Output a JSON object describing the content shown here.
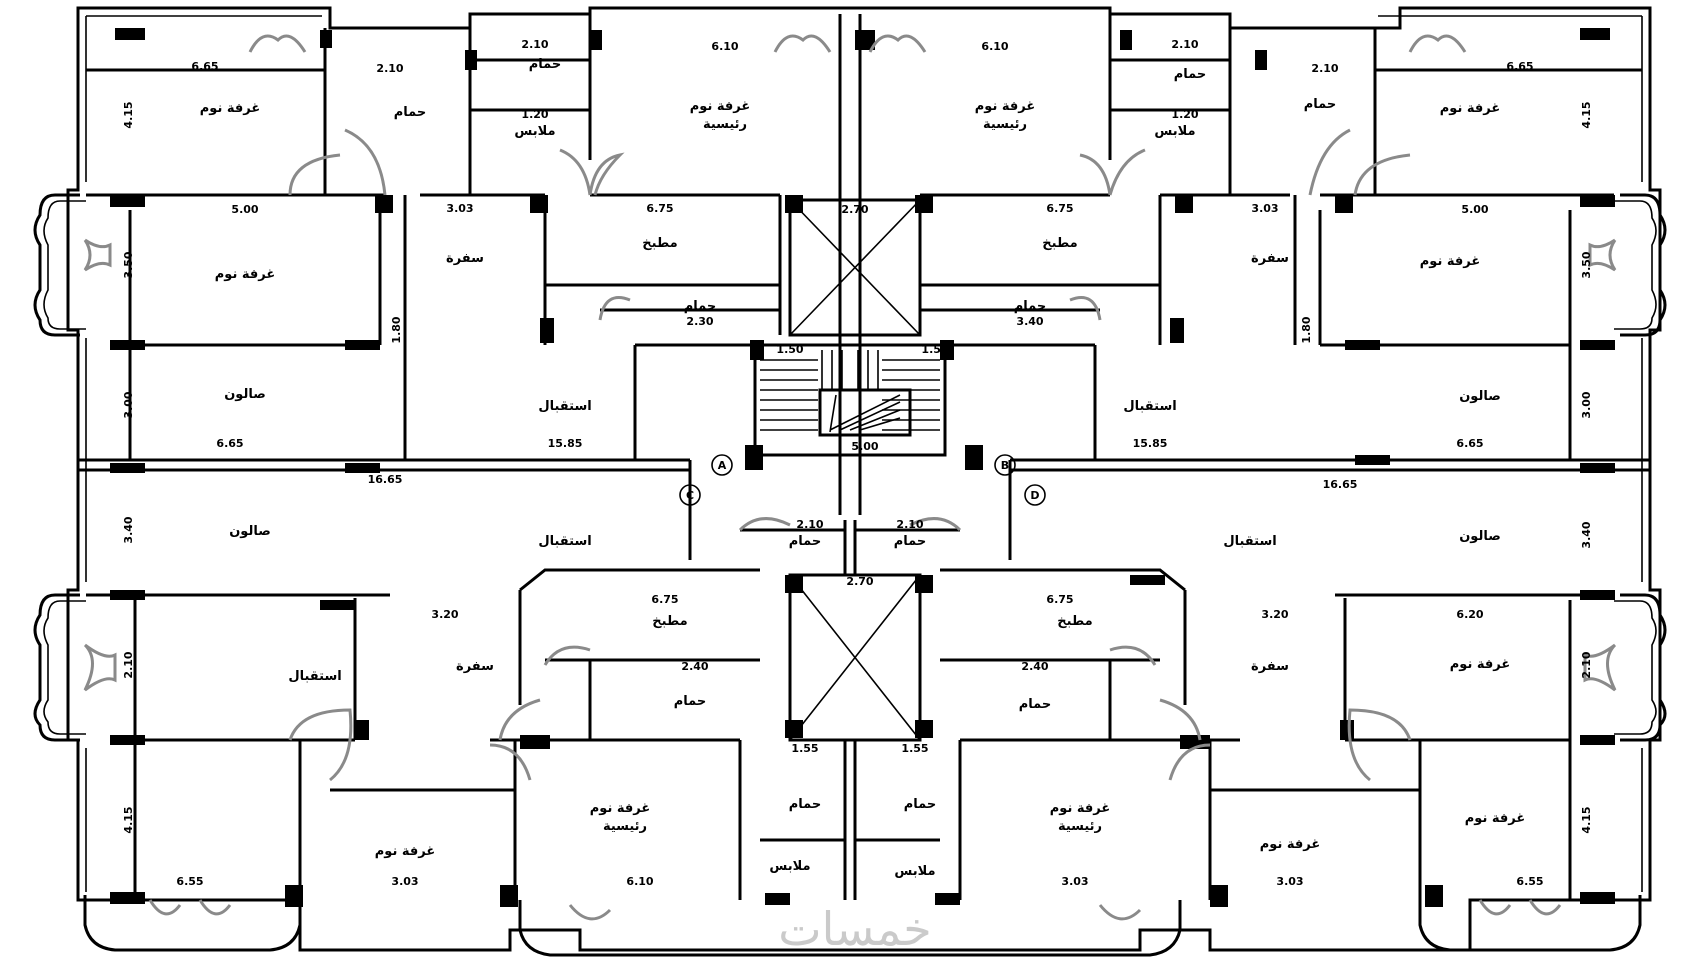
{
  "watermark": "خمسات",
  "room_labels": {
    "bedroom": "غرفة نوم",
    "master_bedroom_1": "غرفة نوم",
    "master_bedroom_2": "رئيسية",
    "bathroom": "حمام",
    "dressing": "ملابس",
    "kitchen": "مطبخ",
    "salon": "صالون",
    "reception": "استقبال",
    "dining": "سفرة"
  },
  "markers": [
    "A",
    "B",
    "C",
    "D"
  ],
  "dimensions": {
    "d_665": "6.65",
    "d_610": "6.10",
    "d_500": "5.00",
    "d_415": "4.15",
    "d_320": "3.20",
    "d_303": "3.03",
    "d_303b": "3.03",
    "d_675": "6.75",
    "d_620": "6.20",
    "d_1665": "16.65",
    "d_1585": "15.85",
    "d_210": "2.10",
    "d_270": "2.70",
    "d_230": "2.30",
    "d_340": "3.40",
    "d_180": "1.80",
    "d_120": "1.20",
    "d_150": "1.50",
    "d_240": "2.40",
    "d_350": "3.50",
    "d_155": "1.55",
    "d_655": "6.55",
    "d_300": "3.00"
  }
}
